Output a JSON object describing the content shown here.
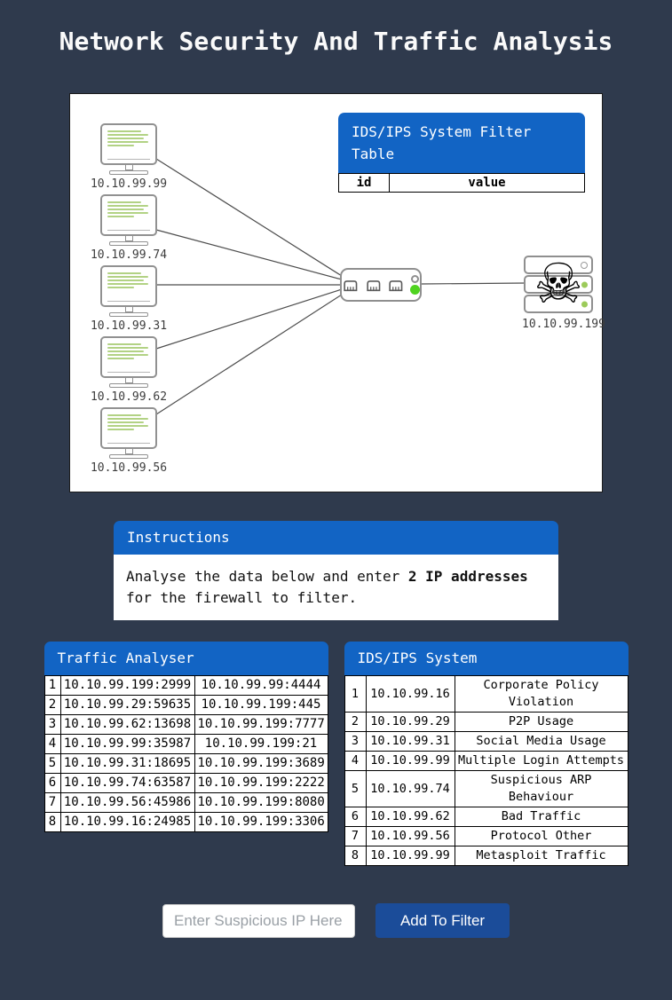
{
  "page": {
    "title": "Network Security And Traffic Analysis",
    "background_color": "#2f3a4d",
    "header_blue": "#1264c4",
    "button_blue": "#1b4c99",
    "status_green": "#4fd31f"
  },
  "diagram": {
    "hosts": [
      {
        "ip": "10.10.99.99"
      },
      {
        "ip": "10.10.99.74"
      },
      {
        "ip": "10.10.99.31"
      },
      {
        "ip": "10.10.99.62"
      },
      {
        "ip": "10.10.99.56"
      }
    ],
    "attacker": {
      "ip": "10.10.99.199",
      "icon": "☠"
    },
    "filter_table": {
      "title": "IDS/IPS System Filter Table",
      "columns": {
        "id": "id",
        "value": "value"
      },
      "rows": []
    }
  },
  "instructions": {
    "title": "Instructions",
    "text_before": "Analyse the data below and enter ",
    "text_bold": "2 IP addresses",
    "text_after": " for the firewall to filter."
  },
  "traffic_analyser": {
    "title": "Traffic Analyser",
    "rows": [
      {
        "id": "1",
        "src": "10.10.99.199:2999",
        "dst": "10.10.99.99:4444"
      },
      {
        "id": "2",
        "src": "10.10.99.29:59635",
        "dst": "10.10.99.199:445"
      },
      {
        "id": "3",
        "src": "10.10.99.62:13698",
        "dst": "10.10.99.199:7777"
      },
      {
        "id": "4",
        "src": "10.10.99.99:35987",
        "dst": "10.10.99.199:21"
      },
      {
        "id": "5",
        "src": "10.10.99.31:18695",
        "dst": "10.10.99.199:3689"
      },
      {
        "id": "6",
        "src": "10.10.99.74:63587",
        "dst": "10.10.99.199:2222"
      },
      {
        "id": "7",
        "src": "10.10.99.56:45986",
        "dst": "10.10.99.199:8080"
      },
      {
        "id": "8",
        "src": "10.10.99.16:24985",
        "dst": "10.10.99.199:3306"
      }
    ]
  },
  "ids_system": {
    "title": "IDS/IPS System",
    "rows": [
      {
        "id": "1",
        "ip": "10.10.99.16",
        "violation": "Corporate Policy Violation"
      },
      {
        "id": "2",
        "ip": "10.10.99.29",
        "violation": "P2P Usage"
      },
      {
        "id": "3",
        "ip": "10.10.99.31",
        "violation": "Social Media Usage"
      },
      {
        "id": "4",
        "ip": "10.10.99.99",
        "violation": "Multiple Login Attempts"
      },
      {
        "id": "5",
        "ip": "10.10.99.74",
        "violation": "Suspicious ARP Behaviour"
      },
      {
        "id": "6",
        "ip": "10.10.99.62",
        "violation": "Bad Traffic"
      },
      {
        "id": "7",
        "ip": "10.10.99.56",
        "violation": "Protocol Other"
      },
      {
        "id": "8",
        "ip": "10.10.99.99",
        "violation": "Metasploit Traffic"
      }
    ]
  },
  "controls": {
    "input_placeholder": "Enter Suspicious IP Here",
    "button_label": "Add To Filter"
  }
}
